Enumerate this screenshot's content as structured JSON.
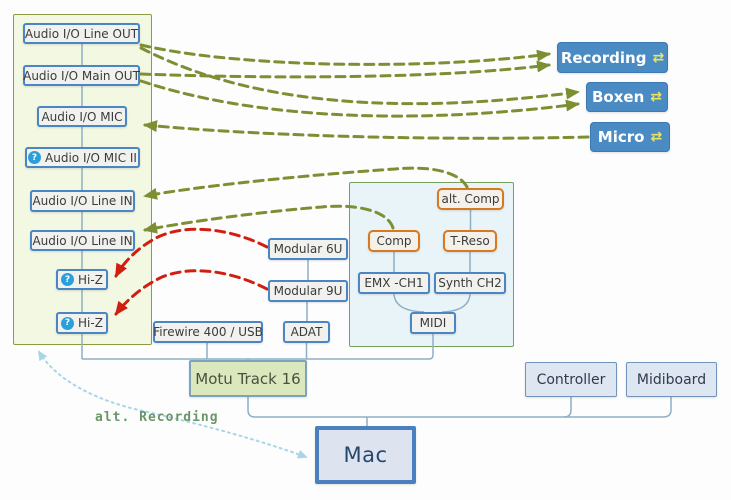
{
  "left_panel": {
    "items": [
      {
        "label": "Audio I/O Line OUT",
        "help": false
      },
      {
        "label": "Audio I/O Main OUT",
        "help": false
      },
      {
        "label": "Audio I/O MIC",
        "help": false
      },
      {
        "label": "Audio I/O MIC II",
        "help": true
      },
      {
        "label": "Audio I/O Line IN",
        "help": false
      },
      {
        "label": "Audio I/O Line IN",
        "help": false
      },
      {
        "label": "Hi-Z",
        "help": true
      },
      {
        "label": "Hi-Z",
        "help": true
      }
    ]
  },
  "destinations": {
    "recording": {
      "label": "Recording"
    },
    "boxen": {
      "label": "Boxen"
    },
    "micro": {
      "label": "Micro"
    }
  },
  "synth_panel": {
    "alt_comp": {
      "label": "alt. Comp"
    },
    "comp": {
      "label": "Comp"
    },
    "t_reso": {
      "label": "T-Reso"
    },
    "emx": {
      "label": "EMX -CH1"
    },
    "synth": {
      "label": "Synth CH2"
    },
    "midi": {
      "label": "MIDI"
    }
  },
  "devices": {
    "modular6": {
      "label": "Modular 6U"
    },
    "modular9": {
      "label": "Modular 9U"
    },
    "firewire": {
      "label": "Firewire 400 / USB"
    },
    "adat": {
      "label": "ADAT"
    },
    "motu": {
      "label": "Motu Track 16"
    }
  },
  "bottom": {
    "controller": {
      "label": "Controller"
    },
    "midiboard": {
      "label": "Midiboard"
    },
    "mac": {
      "label": "Mac"
    }
  },
  "annotation": {
    "label": "alt. Recording"
  },
  "icons": {
    "help_glyph": "?",
    "transfer_glyph": "⇄"
  },
  "colors": {
    "olive_arrow": "#7d8f33",
    "red_arrow": "#d01f10",
    "dotted_arrow": "#a8d6e8",
    "connector": "#8fafc4",
    "dest_fill": "#4a8bc4",
    "orange_border": "#d9791f",
    "left_panel_fill": "#f3f8e2",
    "left_panel_border": "#8a9b40",
    "synth_panel_fill": "#e9f4f9",
    "synth_panel_border": "#76a05c",
    "motu_fill": "#dbe7bd",
    "annotation_text": "#6b9668"
  }
}
